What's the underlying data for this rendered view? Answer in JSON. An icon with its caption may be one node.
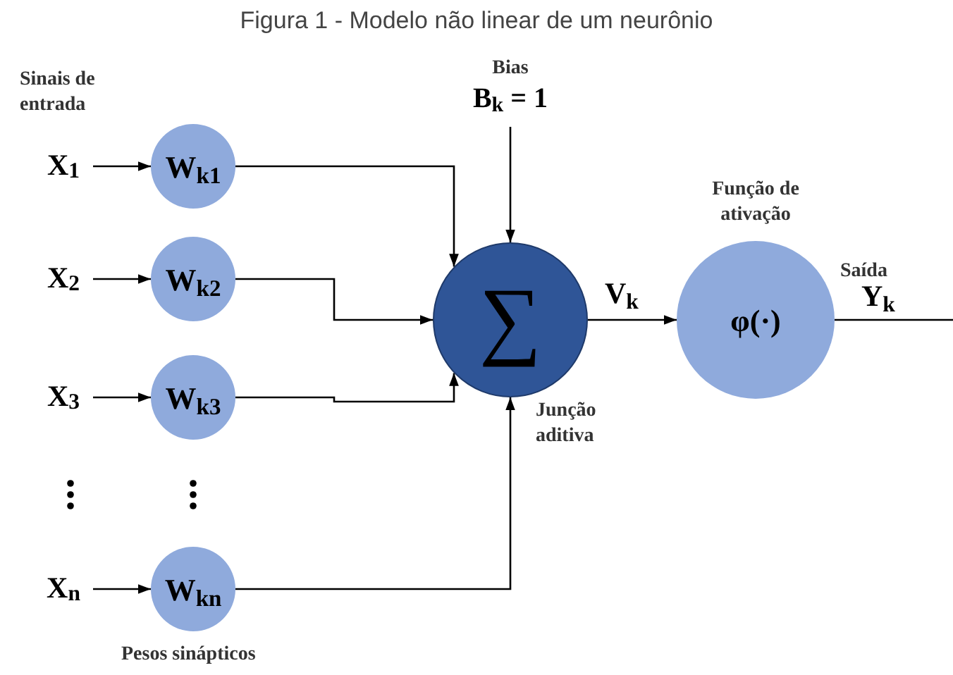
{
  "diagram": {
    "title": "Figura 1 - Modelo não linear de um neurônio",
    "nodes": [
      {
        "text": [
          "X$_{1}$"
        ]
      },
      {
        "text": [
          "X$_{2}$"
        ]
      },
      {
        "text": [
          "X$_{3}$"
        ]
      },
      {
        "text": [
          "X$_{n}$"
        ]
      },
      {
        "text": [
          "W$_{k1}$"
        ]
      },
      {
        "text": [
          "W$_{k2}$"
        ]
      },
      {
        "text": [
          "W$_{k3}$"
        ]
      },
      {
        "text": [
          "W$_{kn}$"
        ]
      },
      {
        "text": [
          "Bias",
          "B$_{k}$ = 1"
        ]
      },
      {
        "text": [
          "∑"
        ],
        "beside": [
          "Junção aditiva"
        ]
      },
      {
        "text": [
          "Função de ativação",
          "φ(·)"
        ]
      }
    ],
    "edges": [
      {
        "from": 0,
        "to": 4,
        "arrow": "to"
      },
      {
        "from": 1,
        "to": 5,
        "arrow": "to"
      },
      {
        "from": 2,
        "to": 6,
        "arrow": "to"
      },
      {
        "from": 3,
        "to": 7,
        "arrow": "to"
      },
      {
        "from": 4,
        "to": 9,
        "arrow": "to"
      },
      {
        "from": 5,
        "to": 9,
        "arrow": "to"
      },
      {
        "from": 6,
        "to": 9,
        "arrow": "to"
      },
      {
        "from": 7,
        "to": 9,
        "arrow": "to"
      },
      {
        "from": 8,
        "to": 9,
        "arrow": "to"
      },
      {
        "from": 9,
        "to": 10,
        "arrow": "to",
        "label": "V$_{k}$"
      },
      {
        "from": 10,
        "to": null,
        "arrow": "none",
        "label": "Y$_{k}$"
      }
    ],
    "labels": [
      "Sinais de entrada",
      "Saída",
      "Pesos sinápticos"
    ]
  }
}
